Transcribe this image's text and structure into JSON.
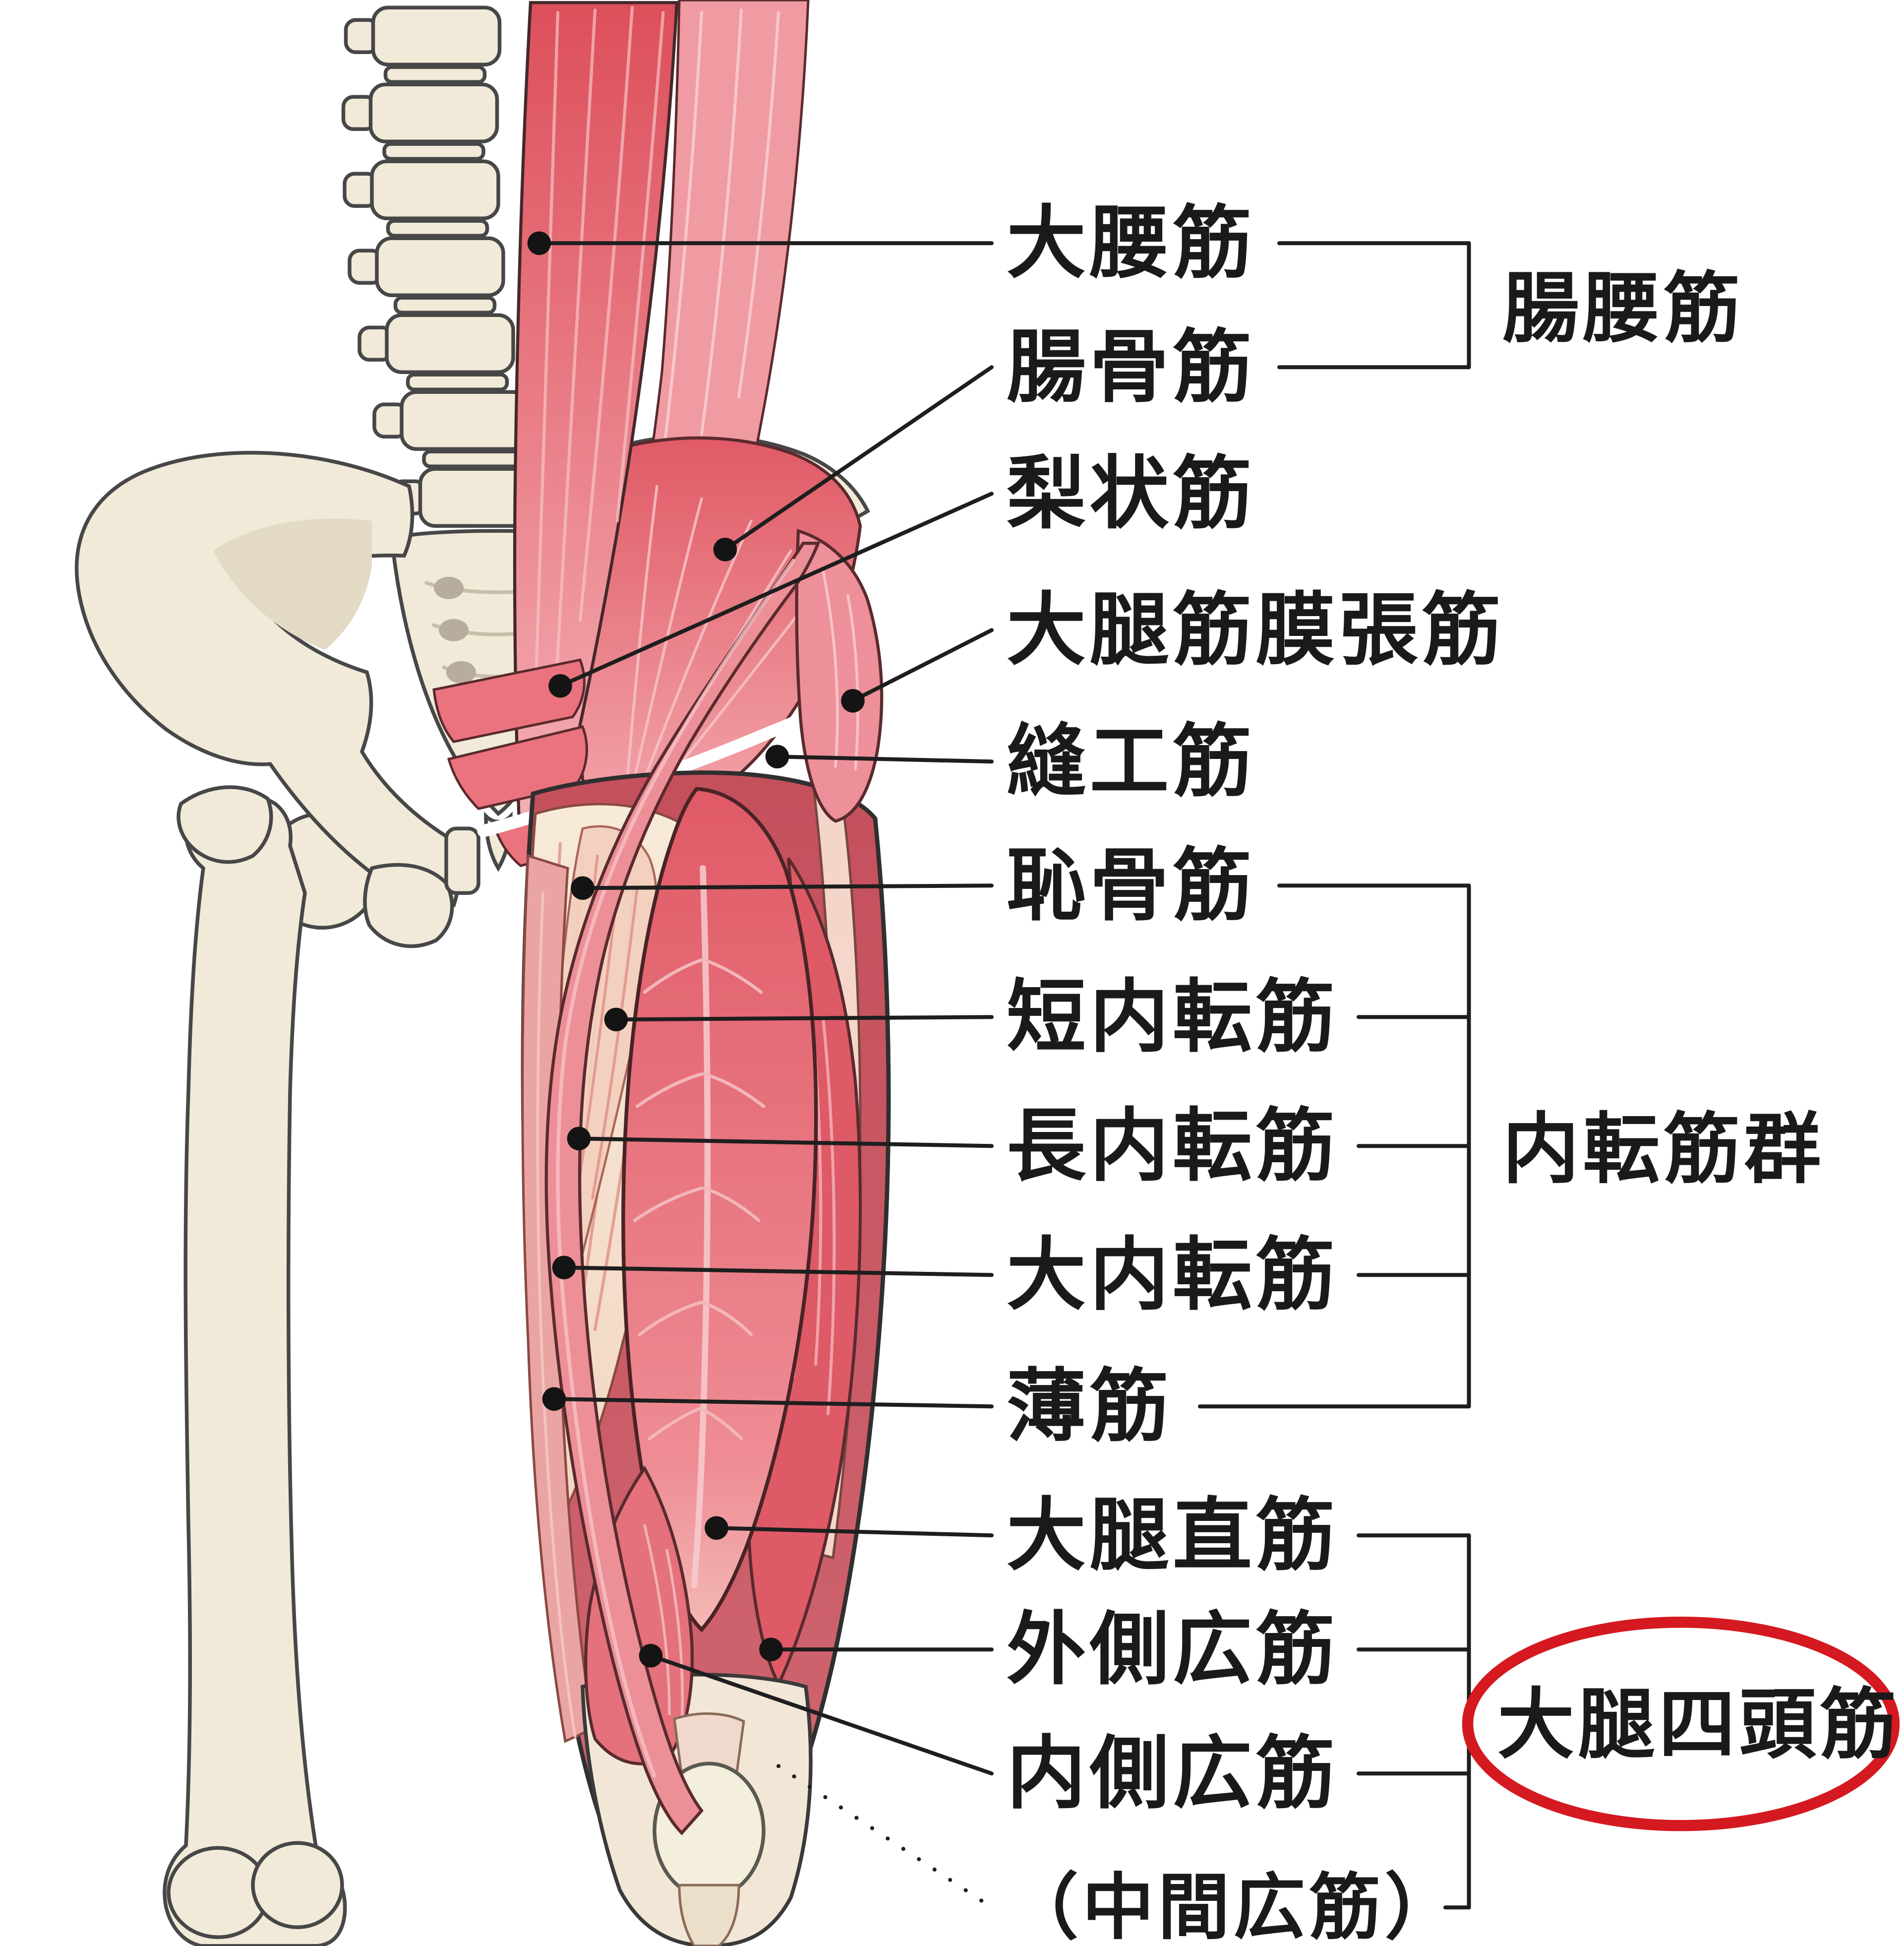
{
  "figure_type": "anatomy-muscle-diagram",
  "labels": [
    {
      "id": "psoas-major",
      "text": "大腰筋"
    },
    {
      "id": "iliacus",
      "text": "腸骨筋"
    },
    {
      "id": "piriformis",
      "text": "梨状筋"
    },
    {
      "id": "tensor-fasciae-latae",
      "text": "大腿筋膜張筋"
    },
    {
      "id": "sartorius",
      "text": "縫工筋"
    },
    {
      "id": "pectineus",
      "text": "恥骨筋"
    },
    {
      "id": "adductor-brevis",
      "text": "短内転筋"
    },
    {
      "id": "adductor-longus",
      "text": "長内転筋"
    },
    {
      "id": "adductor-magnus",
      "text": "大内転筋"
    },
    {
      "id": "gracilis",
      "text": "薄筋"
    },
    {
      "id": "rectus-femoris",
      "text": "大腿直筋"
    },
    {
      "id": "vastus-lateralis",
      "text": "外側広筋"
    },
    {
      "id": "vastus-medialis",
      "text": "内側広筋"
    },
    {
      "id": "vastus-intermedius",
      "text": "（中間広筋）"
    }
  ],
  "groups": [
    {
      "id": "iliopsoas",
      "text": "腸腰筋",
      "members": [
        "大腰筋",
        "腸骨筋"
      ],
      "circled": false
    },
    {
      "id": "adductor-group",
      "text": "内転筋群",
      "members": [
        "恥骨筋",
        "短内転筋",
        "長内転筋",
        "大内転筋",
        "薄筋"
      ],
      "circled": false
    },
    {
      "id": "quadriceps-femoris",
      "text": "大腿四頭筋",
      "members": [
        "大腿直筋",
        "外側広筋",
        "内側広筋",
        "（中間広筋）"
      ],
      "circled": true
    }
  ],
  "colors": {
    "highlight": "#d41920",
    "line": "#1e1e1e",
    "bone": "#f1ead9",
    "muscle_red": "#dd5a66",
    "muscle_pink": "#f09aa2",
    "muscle_pale": "#f6e6d4"
  }
}
